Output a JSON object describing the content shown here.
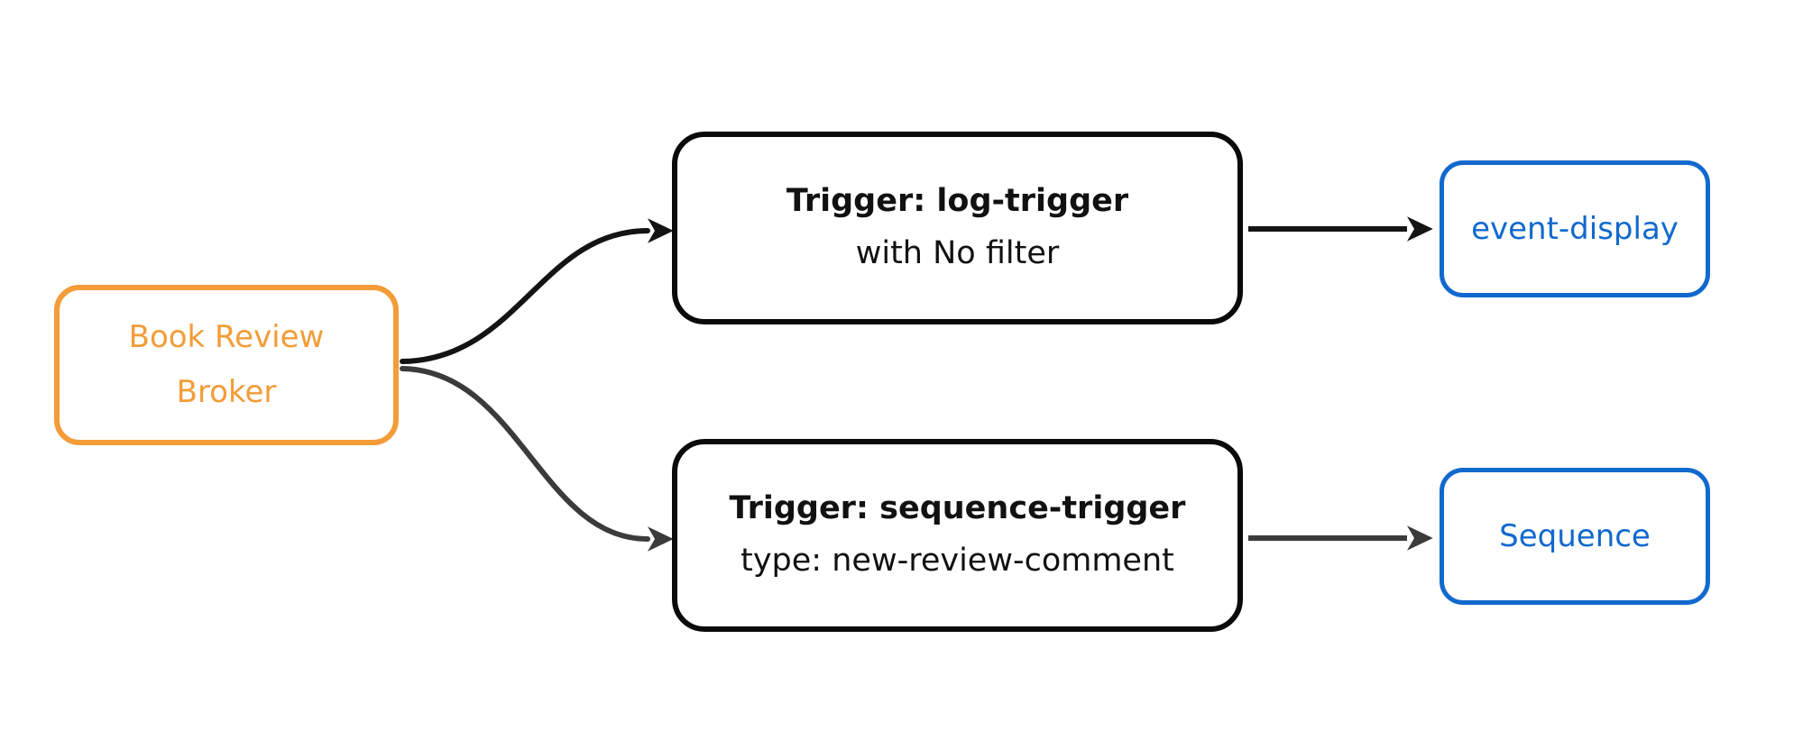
{
  "diagram": {
    "type": "flowchart",
    "direction": "left-to-right",
    "nodes": {
      "broker": {
        "label_line1": "Book Review",
        "label_line2": "Broker",
        "role": "broker"
      },
      "log_trigger": {
        "title": "Trigger: log-trigger",
        "subtitle": "with No filter",
        "role": "trigger"
      },
      "sequence_trigger": {
        "title": "Trigger: sequence-trigger",
        "subtitle": "type: new-review-comment",
        "role": "trigger"
      },
      "event_display": {
        "label": "event-display",
        "role": "service"
      },
      "sequence": {
        "label": "Sequence",
        "role": "service"
      }
    },
    "edges": [
      {
        "from": "broker",
        "to": "log_trigger"
      },
      {
        "from": "broker",
        "to": "sequence_trigger"
      },
      {
        "from": "log_trigger",
        "to": "event_display"
      },
      {
        "from": "sequence_trigger",
        "to": "sequence"
      }
    ],
    "colors": {
      "background": "#ffffff",
      "broker_accent": "#f39c38",
      "trigger_border": "#0a0a0a",
      "trigger_text": "#111111",
      "service_accent": "#1169ce",
      "edge_black": "#141414",
      "edge_gray": "#3b3b3b"
    }
  }
}
